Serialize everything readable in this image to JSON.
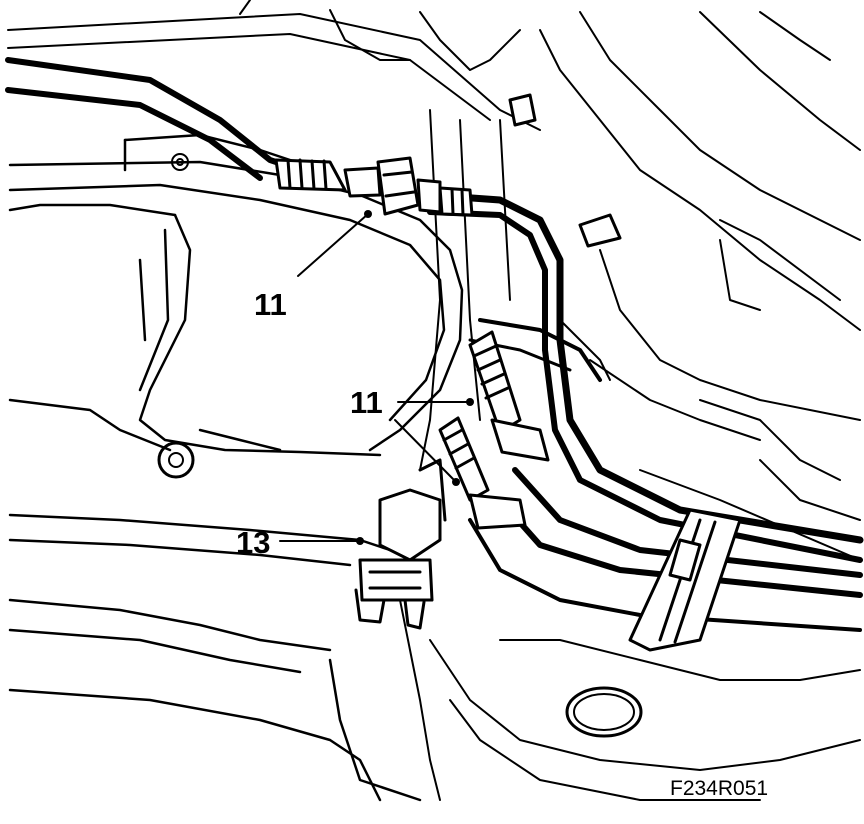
{
  "callouts": {
    "upper_connector": "11",
    "lower_connector": "11",
    "bracket_connector": "13"
  },
  "figure_code": "F234R051",
  "colors": {
    "line": "#000000",
    "background": "#ffffff"
  }
}
